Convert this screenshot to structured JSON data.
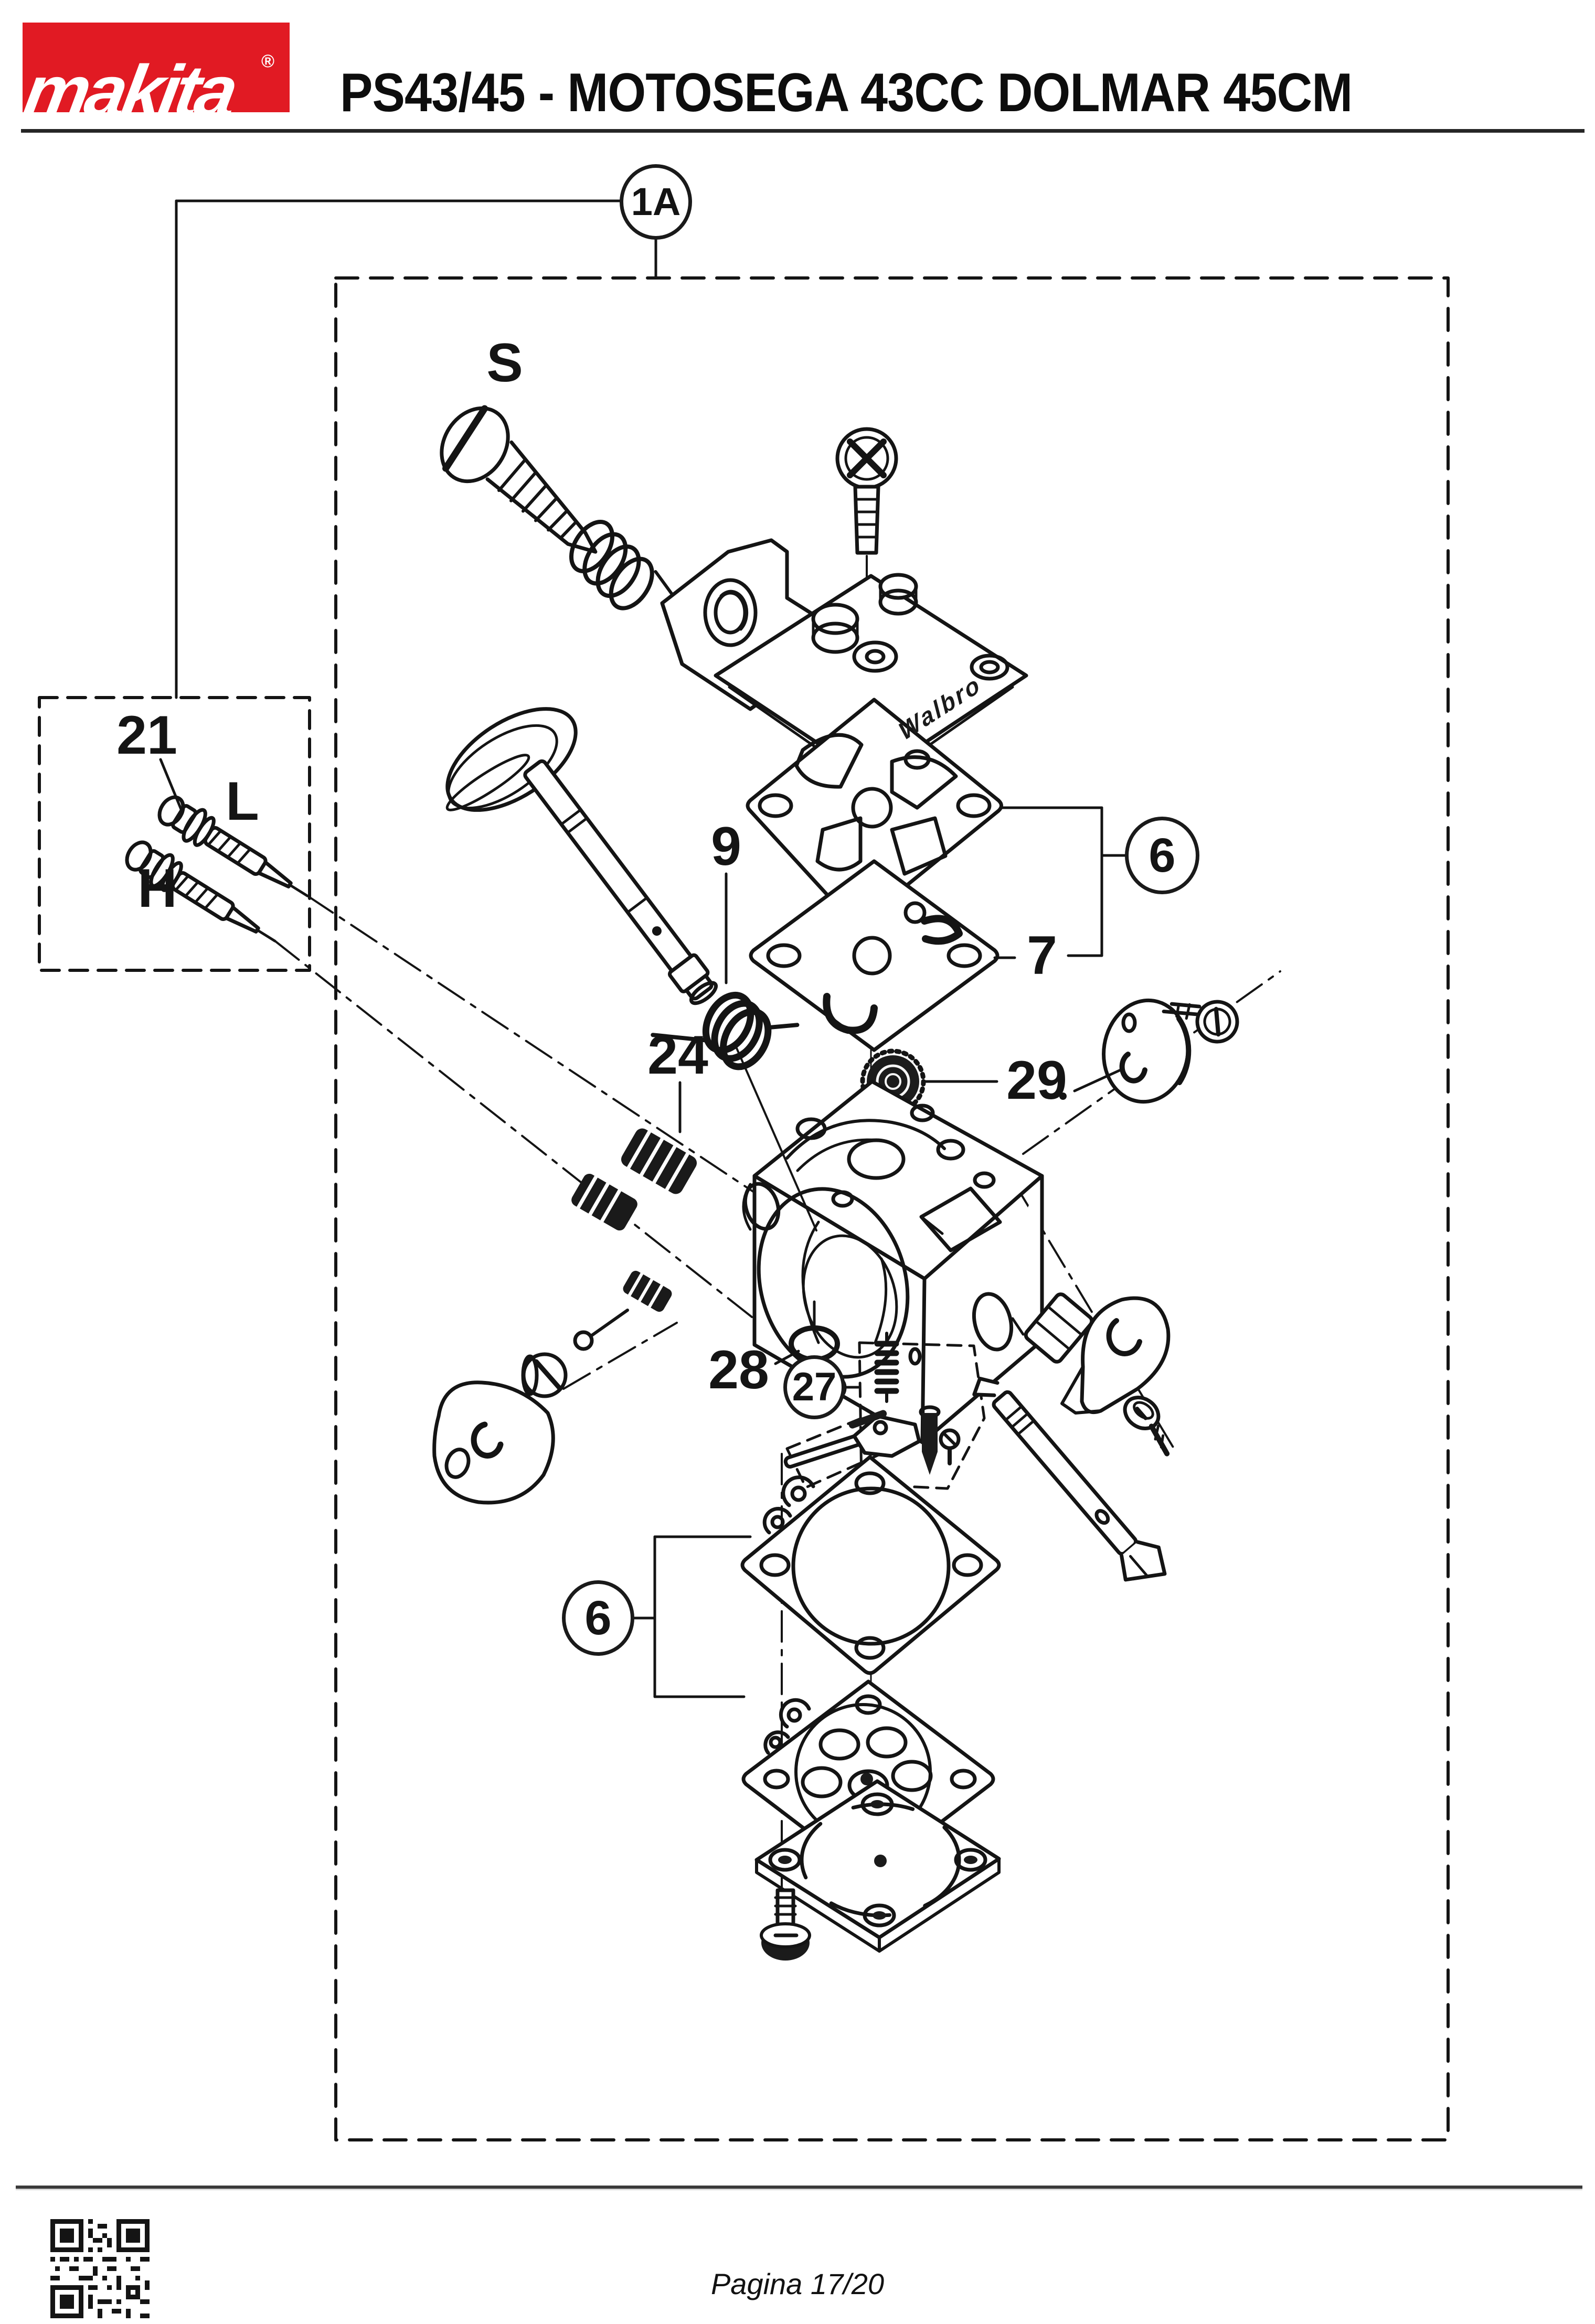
{
  "header": {
    "logo": {
      "text": "makita",
      "registered": "®"
    },
    "title": "PS43/45 - MOTOSEGA 43CC DOLMAR 45CM"
  },
  "diagram": {
    "callout_1a": "1A",
    "callout_s": "S",
    "callout_21": "21",
    "callout_l": "L",
    "callout_h": "H",
    "callout_9": "9",
    "callout_24": "24",
    "callout_6_top": "6",
    "callout_7": "7",
    "callout_29": "29",
    "callout_28": "28",
    "callout_27": "27",
    "callout_6_bottom": "6",
    "part_brand": "Walbro"
  },
  "footer": {
    "page_label": "Pagina 17/20"
  },
  "colors": {
    "brand_red": "#e11a23",
    "line_ink": "#141414"
  }
}
